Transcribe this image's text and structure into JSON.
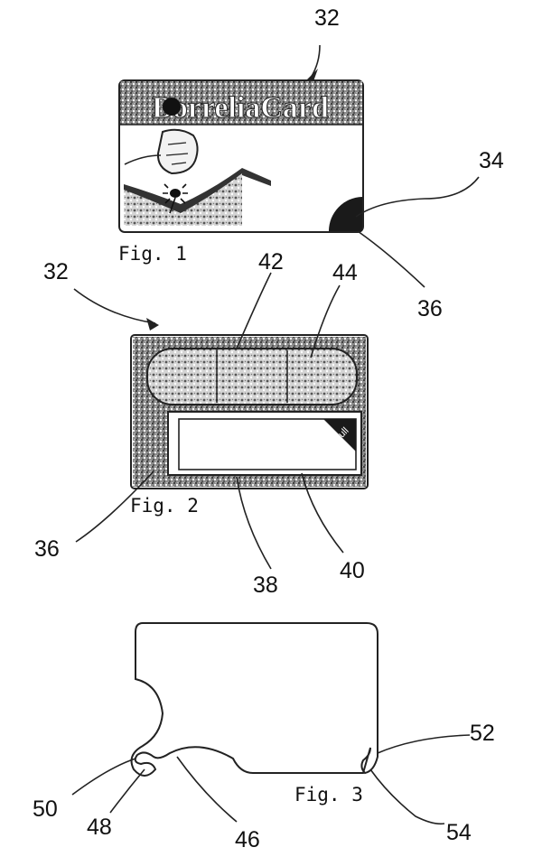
{
  "figure_1": {
    "label": "Fig. 1",
    "card_title": "BorreliaCard",
    "refs": {
      "card": "32",
      "corner_tab": "34",
      "corner": "36"
    }
  },
  "figure_2": {
    "label": "Fig. 2",
    "pull_tab": "Pull",
    "refs": {
      "card": "32",
      "plaster_left": "42",
      "plaster_right": "44",
      "frame_corner": "36",
      "window": "38",
      "insert": "40"
    }
  },
  "figure_3": {
    "label": "Fig. 3",
    "refs": {
      "notch": "46",
      "hook_inner": "48",
      "hook_outer": "50",
      "tab_right": "52",
      "tab_tip": "54"
    }
  },
  "colors": {
    "ink": "#222222",
    "stipple_dark": "#3a3a3a",
    "stipple_light": "#9a9a9a",
    "paper": "#ffffff"
  }
}
